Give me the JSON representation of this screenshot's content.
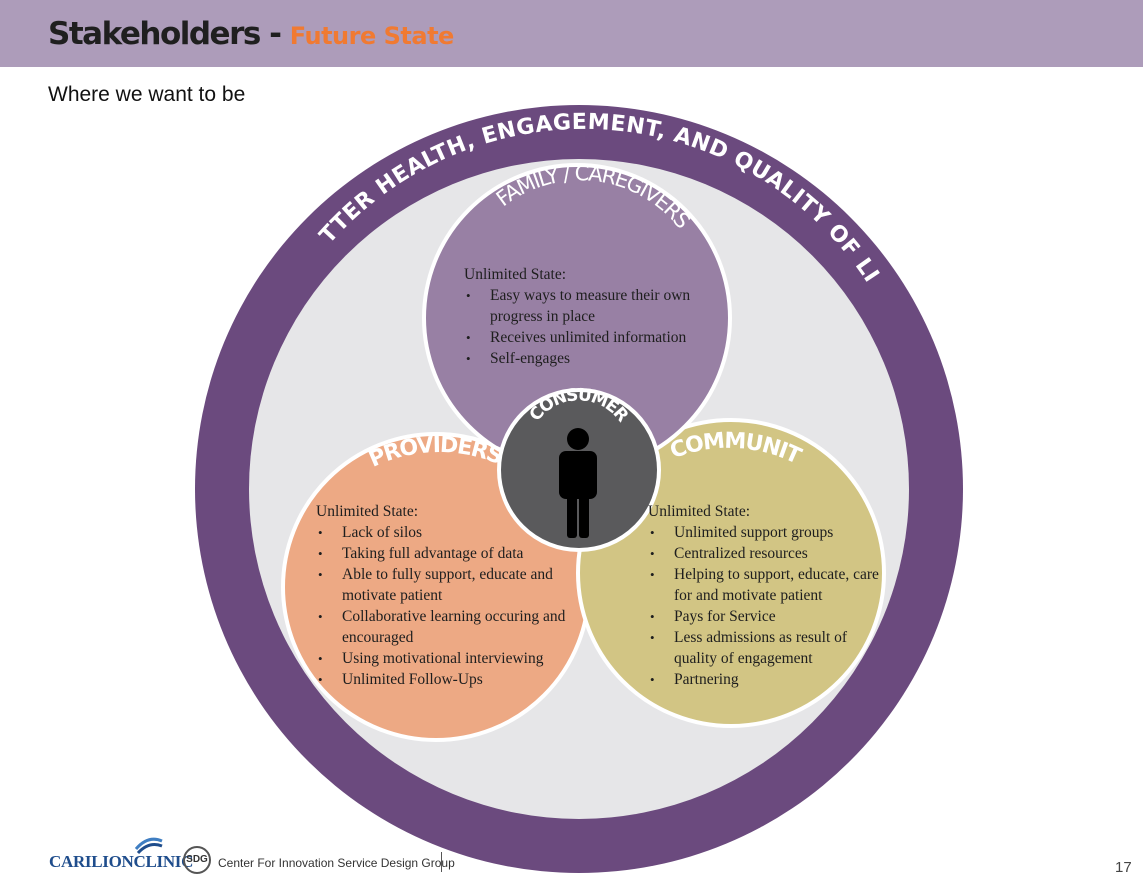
{
  "header": {
    "title": "Stakeholders",
    "separator": "-",
    "title_accent": "Future State"
  },
  "subtitle": "Where we want to be",
  "diagram": {
    "outer_ring_text": "BETTER HEALTH, ENGAGEMENT, AND QUALITY OF LIFE",
    "center": {
      "label": "CONSUMER",
      "icon": "person-icon"
    },
    "family": {
      "label": "FAMILY / CAREGIVERS",
      "heading": "Unlimited State:",
      "items": [
        "Easy ways to measure their own progress in place",
        "Receives unlimited information",
        "Self-engages"
      ]
    },
    "providers": {
      "label": "PROVIDERS",
      "heading": "Unlimited State:",
      "items": [
        "Lack of silos",
        "Taking full advantage of  data",
        "Able to fully support, educate and motivate patient",
        "Collaborative learning occuring and encouraged",
        "Using motivational interviewing",
        "Unlimited Follow-Ups"
      ]
    },
    "community": {
      "label": "COMMUNITY",
      "heading": "Unlimited State:",
      "items": [
        "Unlimited support groups",
        "Centralized resources",
        "Helping to support, educate, care for and motivate patient",
        "Pays for Service",
        "Less admissions as result of quality of engagement",
        "Partnering"
      ]
    },
    "colors": {
      "ring": "#6b4a7e",
      "inner_bg": "#e6e6e8",
      "family": "#9880a4",
      "providers": "#eda984",
      "community": "#d2c584",
      "center": "#5a5a5c"
    }
  },
  "footer": {
    "carilion": "CARILIONCLINIC",
    "sdg_badge": "SDG",
    "sdg_text": "Center For Innovation Service Design Group",
    "page_number": "17"
  }
}
